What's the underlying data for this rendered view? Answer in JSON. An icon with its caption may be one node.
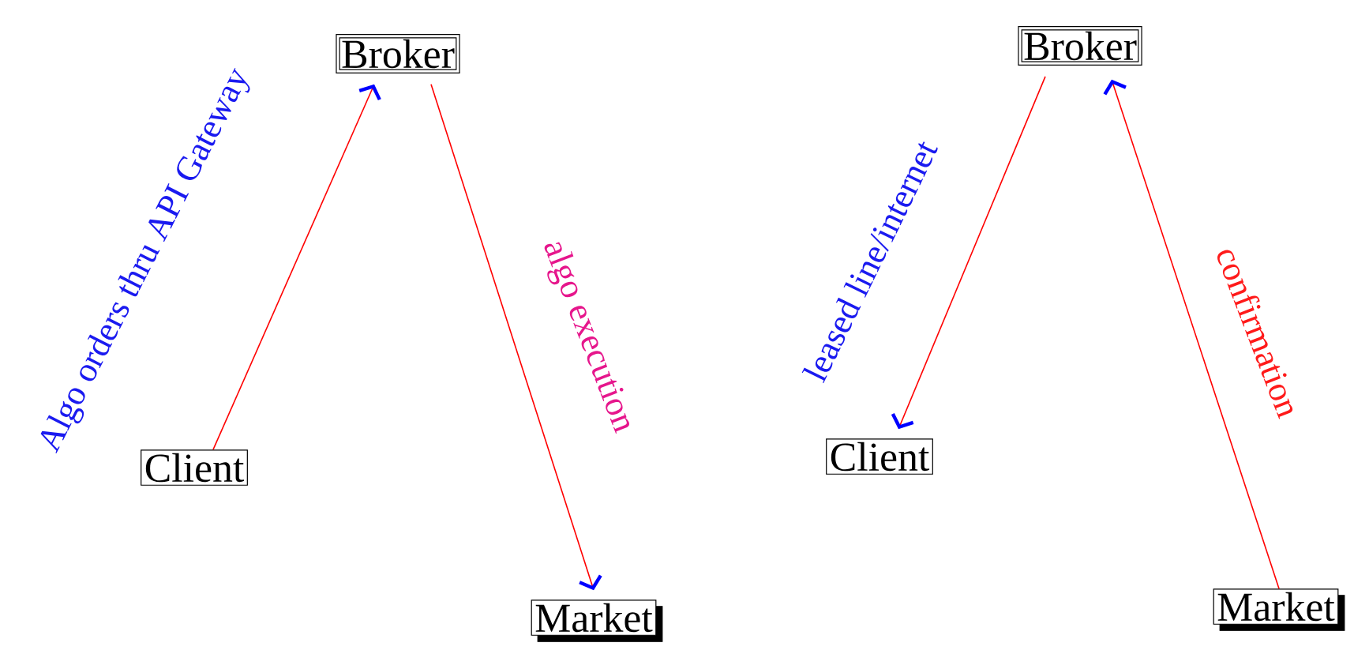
{
  "diagram": {
    "nodes": [
      {
        "text": [
          "Broker"
        ]
      },
      {
        "text": [
          "Client"
        ]
      },
      {
        "text": [
          "Market"
        ]
      },
      {
        "text": [
          "Broker"
        ]
      },
      {
        "text": [
          "Client"
        ]
      },
      {
        "text": [
          "Market"
        ]
      }
    ],
    "edges": [
      {
        "from": 1,
        "to": 0,
        "arrow": "to",
        "label": "Algo orders thru API Gateway"
      },
      {
        "from": 0,
        "to": 2,
        "arrow": "to",
        "label": "algo execution"
      },
      {
        "from": 3,
        "to": 4,
        "arrow": "to",
        "label": "leased line/internet"
      },
      {
        "from": 5,
        "to": 3,
        "arrow": "to",
        "label": "confirmation"
      }
    ]
  }
}
